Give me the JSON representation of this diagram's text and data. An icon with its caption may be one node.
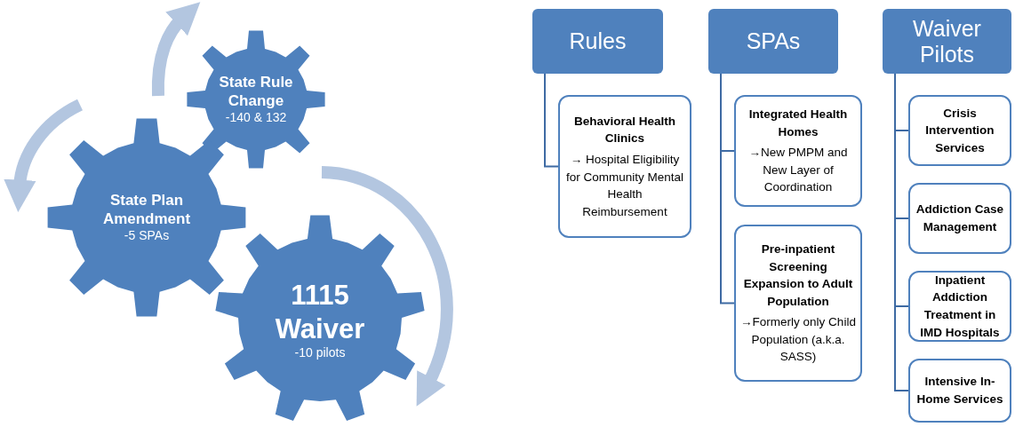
{
  "diagram": {
    "nodes": [
      {
        "text": [
          "State Rule Change",
          "-140 & 132"
        ]
      },
      {
        "text": [
          "State Plan Amendment",
          "-5 SPAs"
        ]
      },
      {
        "text": [
          "1115 Waiver",
          "-10 pilots"
        ]
      },
      {
        "text": [
          "Rules"
        ]
      },
      {
        "text": [
          "Behavioral Health Clinics",
          "→ Hospital Eligibility for Community Mental Health Reimbursement"
        ]
      },
      {
        "text": [
          "SPAs"
        ]
      },
      {
        "text": [
          "Integrated Health Homes",
          "→New PMPM and New Layer of Coordination"
        ]
      },
      {
        "text": [
          "Pre-inpatient Screening Expansion to Adult Population",
          "→Formerly only Child Population (a.k.a. SASS)"
        ]
      },
      {
        "text": [
          "Waiver Pilots"
        ]
      },
      {
        "text": [
          "Crisis Intervention Services"
        ]
      },
      {
        "text": [
          "Addiction Case Management"
        ]
      },
      {
        "text": [
          "Inpatient Addiction Treatment in IMD Hospitals"
        ]
      },
      {
        "text": [
          "Intensive In-Home Services"
        ]
      }
    ],
    "edges": [
      {
        "from": 3,
        "to": 4,
        "arrow": "none"
      },
      {
        "from": 5,
        "to": 6,
        "arrow": "none"
      },
      {
        "from": 5,
        "to": 7,
        "arrow": "none"
      },
      {
        "from": 8,
        "to": 9,
        "arrow": "none"
      },
      {
        "from": 8,
        "to": 10,
        "arrow": "none"
      },
      {
        "from": 8,
        "to": 11,
        "arrow": "none"
      },
      {
        "from": 8,
        "to": 12,
        "arrow": "none"
      }
    ]
  }
}
